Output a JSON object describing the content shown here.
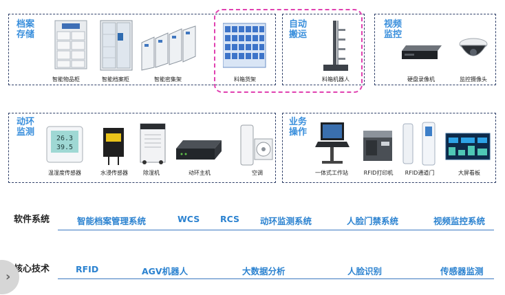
{
  "panels": {
    "storage": {
      "title": "档案\n存储",
      "items": [
        "智能物品柜",
        "智能档案柜",
        "智能密集架",
        "料箱货架"
      ]
    },
    "transport": {
      "title": "自动\n搬运",
      "items": [
        "料箱机器人"
      ]
    },
    "video": {
      "title": "视频\n监控",
      "items": [
        "硬盘录像机",
        "监控摄像头"
      ]
    },
    "environment": {
      "title": "动环\n监测",
      "items": [
        "温湿度传感器",
        "水浸传感器",
        "除湿机",
        "动环主机",
        "空调"
      ]
    },
    "operation": {
      "title": "业务\n操作",
      "items": [
        "一体式工作站",
        "RFID打印机",
        "RFID通道门",
        "大屏看板"
      ]
    }
  },
  "software": {
    "label": "软件系统",
    "items": [
      "智能档案管理系统",
      "WCS",
      "RCS",
      "动环监测系统",
      "人脸门禁系统",
      "视频监控系统"
    ]
  },
  "core": {
    "label": "核心技术",
    "items": [
      "RFID",
      "AGV机器人",
      "大数据分析",
      "人脸识别",
      "传感器监测"
    ]
  },
  "nav": {
    "icon": "chevron-right-icon"
  }
}
